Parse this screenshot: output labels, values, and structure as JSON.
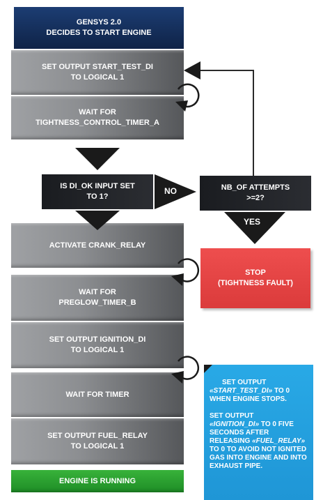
{
  "steps": {
    "gensys": "GENSYS 2.0\nDECIDES TO START ENGINE",
    "set_start_test": "SET OUTPUT START_TEST_DI\nTO LOGICAL 1",
    "wait_tightness": "WAIT FOR\nTIGHTNESS_CONTROL_TIMER_A",
    "is_di_ok": "IS DI_OK INPUT SET\nTO 1?",
    "no_label": "NO",
    "nb_attempts": "NB_OF ATTEMPTS\n>=2?",
    "yes_label": "YES",
    "activate_crank": "ACTIVATE CRANK_RELAY",
    "stop": "STOP\n(TIGHTNESS FAULT)",
    "wait_preglow": "WAIT FOR\nPREGLOW_TIMER_B",
    "set_ignition": "SET OUTPUT IGNITION_DI\nTO LOGICAL 1",
    "wait_timer": "WAIT FOR TIMER",
    "set_fuel": "SET OUTPUT FUEL_RELAY\nTO LOGICAL 1",
    "engine_running": "ENGINE IS RUNNING"
  },
  "note": {
    "p1_line1": "SET OUTPUT",
    "p1_code": "«START_TEST_DI»",
    "p1_rest": " TO 0 WHEN ENGINE STOPS.",
    "p2_line1": "SET OUTPUT",
    "p2_code1": "«IGNITION_DI»",
    "p2_mid": " TO 0 FIVE SECONDS AFTER RELEASING ",
    "p2_code2": "«FUEL_RELAY»",
    "p2_rest": " TO 0 TO AVOID NOT IGNITED GAS INTO ENGINE AND INTO EXHAUST PIPE."
  },
  "colors": {
    "navy": "#1c3d73",
    "grey_step": "#8c8e91",
    "dark": "#1a1c20",
    "stop_red": "#e54545",
    "running_green": "#2aa232",
    "note_blue": "#29a9e6"
  },
  "icons": [
    "down-arrow-icon",
    "loop-icon",
    "arrowhead-icon"
  ]
}
